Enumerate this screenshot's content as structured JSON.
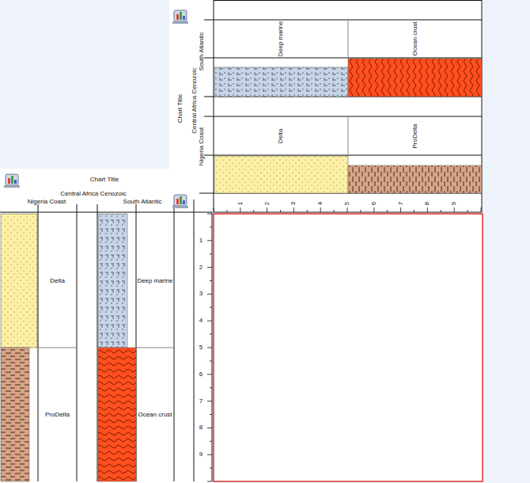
{
  "diagram": {
    "nodes": [
      {
        "text": [
          "Deep marine"
        ]
      },
      {
        "text": [
          "Ocean crust"
        ]
      },
      {
        "text": [
          "Delta"
        ]
      },
      {
        "text": [
          "ProDelta"
        ]
      },
      {
        "text": [
          "Delta"
        ]
      },
      {
        "text": [
          "ProDelta"
        ]
      },
      {
        "text": [
          "Deep marine"
        ]
      },
      {
        "text": [
          "Ocean crust"
        ]
      }
    ],
    "labels": [
      "Chart Title",
      "Central Africa Cenozoic",
      "South Atlantic",
      "Nigeria Coast",
      "1",
      "2",
      "3",
      "4",
      "5",
      "6",
      "7",
      "8",
      "9",
      "Chart Title",
      "Central Africa Cenozoic",
      "Nigeria Coast",
      "South Atlantic",
      "1",
      "2",
      "3",
      "4",
      "5",
      "6",
      "7",
      "8",
      "9"
    ]
  }
}
